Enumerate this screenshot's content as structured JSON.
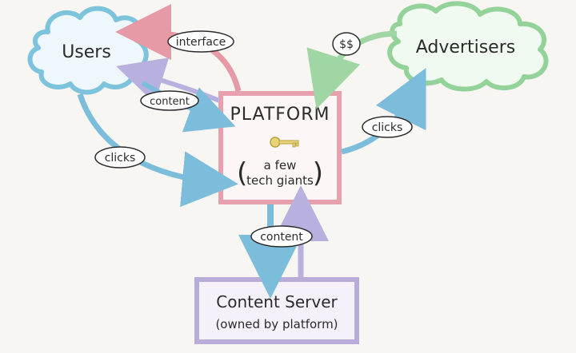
{
  "nodes": {
    "users": "Users",
    "advertisers": "Advertisers",
    "platform": {
      "title": "PLATFORM",
      "sub_line1": "a few",
      "sub_line2": "tech giants"
    },
    "content_server": {
      "line1": "Content Server",
      "line2": "(owned by platform)"
    }
  },
  "edges": {
    "interface": "interface",
    "content_users": "content",
    "clicks_users": "clicks",
    "money": "$$",
    "clicks_advertisers": "clicks",
    "content_server": "content"
  },
  "colors": {
    "users_cloud": "#7ec3dc",
    "advertisers_cloud": "#93d39a",
    "platform_box": "#e7a0ad",
    "content_server_box": "#b9acd8",
    "arrow_pink": "#e59aa6",
    "arrow_blue": "#7cbddb",
    "arrow_purple": "#b8b0de",
    "arrow_green": "#9fd6a3",
    "key": "#e8d37a"
  }
}
